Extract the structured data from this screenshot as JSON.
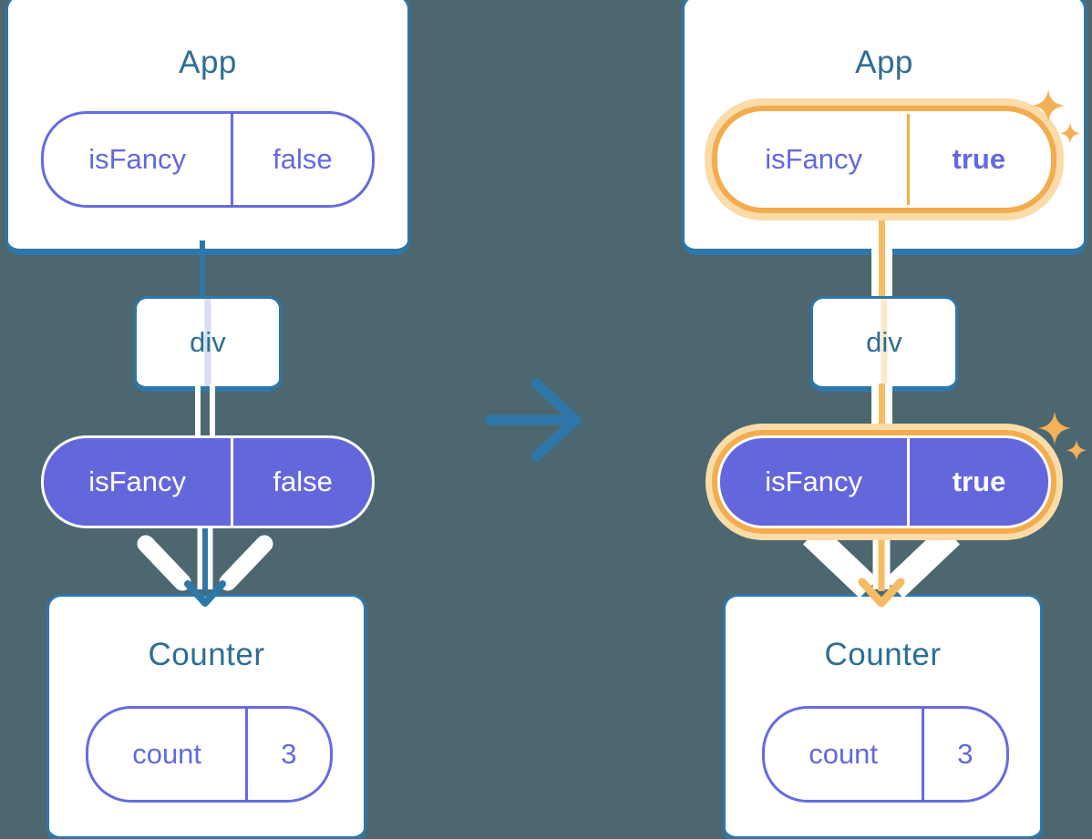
{
  "diagram": {
    "description": "React state change diagram: App passes isFancy prop through div to Counter; before (false) and after (true, highlighted) states",
    "before": {
      "app": {
        "title": "App",
        "state_name": "isFancy",
        "state_value": "false"
      },
      "div_label": "div",
      "prop_name": "isFancy",
      "prop_value": "false",
      "counter": {
        "title": "Counter",
        "state_name": "count",
        "state_value": "3"
      }
    },
    "after": {
      "app": {
        "title": "App",
        "state_name": "isFancy",
        "state_value": "true"
      },
      "div_label": "div",
      "prop_name": "isFancy",
      "prop_value": "true",
      "counter": {
        "title": "Counter",
        "state_name": "count",
        "state_value": "3"
      }
    }
  },
  "icons": {
    "transition_arrow": "right-arrow",
    "pass_arrow": "down-chevron-arrow",
    "sparkles": "sparkle-stars"
  },
  "colors": {
    "background": "#4D6770",
    "card_border_blue": "#2E77A9",
    "heading_text_blue": "#2D6E93",
    "purple_outline": "#666BE2",
    "purple_fill": "#6467DC",
    "highlight_orange": "#F3AC4E",
    "highlight_orange_light": "#FBDCA9",
    "orange_line": "#F7BB63",
    "sparkle_orange": "#F5B157",
    "white": "#FFFFFF"
  }
}
